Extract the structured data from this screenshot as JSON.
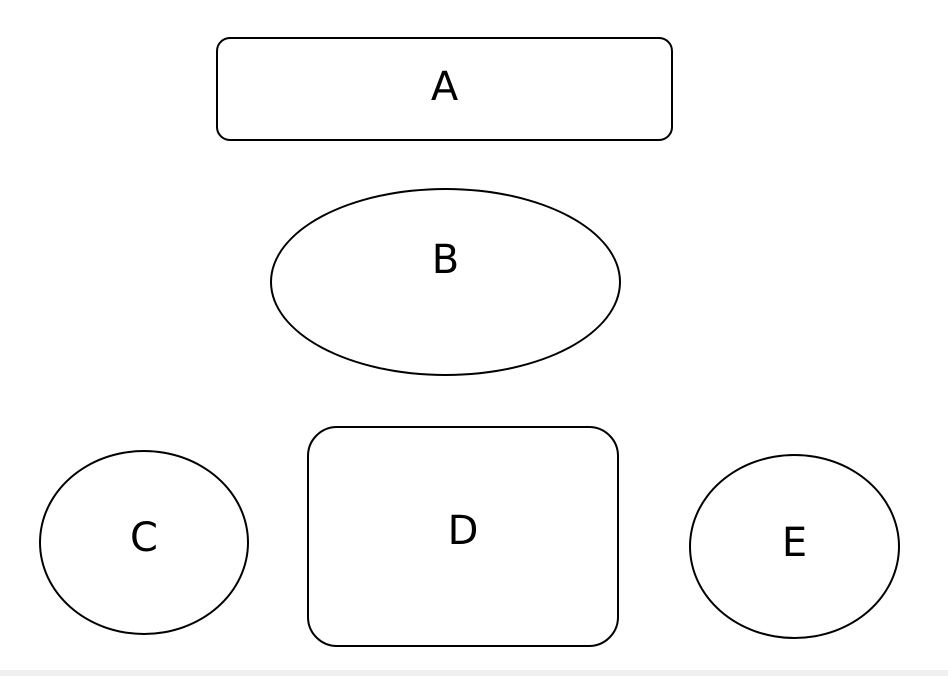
{
  "diagram": {
    "nodes": [
      {
        "id": "A",
        "label": "A",
        "shape": "rounded-rectangle"
      },
      {
        "id": "B",
        "label": "B",
        "shape": "ellipse"
      },
      {
        "id": "C",
        "label": "C",
        "shape": "ellipse"
      },
      {
        "id": "D",
        "label": "D",
        "shape": "rounded-rectangle"
      },
      {
        "id": "E",
        "label": "E",
        "shape": "ellipse"
      }
    ],
    "colors": {
      "stroke": "#000000",
      "fill": "#ffffff",
      "text": "#000000"
    }
  }
}
